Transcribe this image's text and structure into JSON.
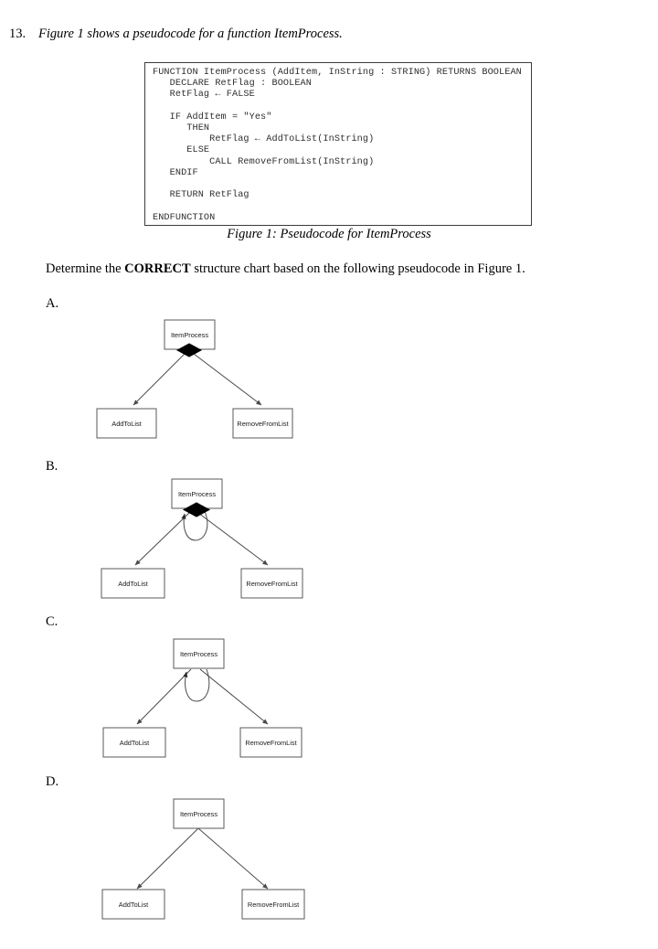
{
  "question": {
    "number": "13.",
    "stem": "Figure 1 shows a pseudocode for a function ItemProcess.",
    "instruction_before": "Determine the ",
    "instruction_emph": "CORRECT",
    "instruction_after": " structure chart based on the following pseudocode in Figure 1."
  },
  "figure": {
    "caption": "Figure 1: Pseudocode for ItemProcess",
    "pseudocode": "FUNCTION ItemProcess (AddItem, InString : STRING) RETURNS BOOLEAN\n   DECLARE RetFlag : BOOLEAN\n   RetFlag ← FALSE\n\n   IF AddItem = \"Yes\"\n      THEN\n          RetFlag ← AddToList(InString)\n      ELSE\n          CALL RemoveFromList(InString)\n   ENDIF\n\n   RETURN RetFlag\n\nENDFUNCTION"
  },
  "options": [
    {
      "letter": "A.",
      "id": "a",
      "parent": "ItemProcess",
      "left_child": "AddToList",
      "right_child": "RemoveFromList",
      "has_diamond": true,
      "has_loop": false
    },
    {
      "letter": "B.",
      "id": "b",
      "parent": "ItemProcess",
      "left_child": "AddToList",
      "right_child": "RemoveFromList",
      "has_diamond": true,
      "has_loop": true
    },
    {
      "letter": "C.",
      "id": "c",
      "parent": "ItemProcess",
      "left_child": "AddToList",
      "right_child": "RemoveFromList",
      "has_diamond": false,
      "has_loop": true
    },
    {
      "letter": "D.",
      "id": "d",
      "parent": "ItemProcess",
      "left_child": "AddToList",
      "right_child": "RemoveFromList",
      "has_diamond": false,
      "has_loop": false
    }
  ],
  "colors": {
    "page_background": "#ffffff",
    "text": "#000000",
    "code_text": "#2e2e2e",
    "box_border": "#5a5a5a",
    "line": "#4a4a4a",
    "diamond_fill": "#000000",
    "figure_border": "#3a3a3a"
  }
}
